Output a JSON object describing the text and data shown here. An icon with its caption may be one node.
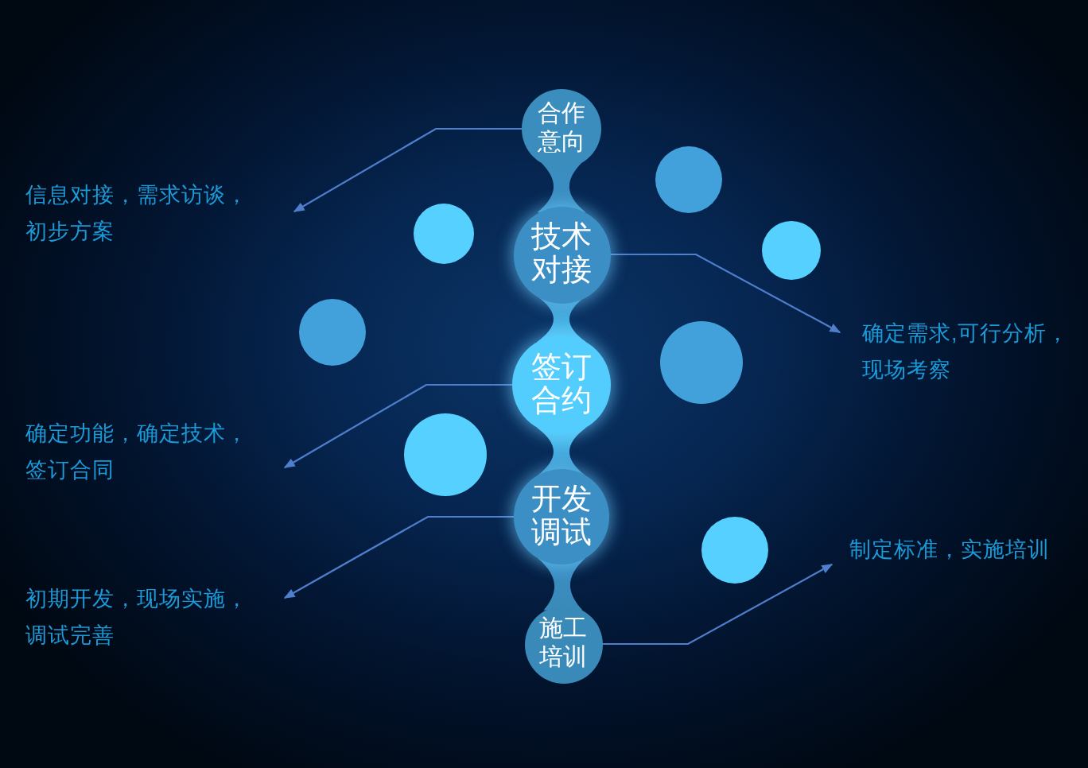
{
  "diagram": {
    "nodes": [
      {
        "text": [
          "合作意向"
        ]
      },
      {
        "text": [
          "技术对接"
        ]
      },
      {
        "text": [
          "签订合约"
        ]
      },
      {
        "text": [
          "开发调试"
        ]
      },
      {
        "text": [
          "施工培训"
        ]
      },
      {
        "text": [
          "信息对接，需求访谈，初步方案"
        ]
      },
      {
        "text": [
          "确定需求,可行分析，现场考察"
        ]
      },
      {
        "text": [
          "确定功能，确定技术，签订合同"
        ]
      },
      {
        "text": [
          "初期开发，现场实施，调试完善"
        ]
      },
      {
        "text": [
          "制定标准，实施培训"
        ]
      },
      {
        "text": [],
        "shape": "circle"
      },
      {
        "text": [],
        "shape": "circle"
      },
      {
        "text": [],
        "shape": "circle"
      },
      {
        "text": [],
        "shape": "circle"
      },
      {
        "text": [],
        "shape": "circle"
      },
      {
        "text": [],
        "shape": "circle"
      },
      {
        "text": [],
        "shape": "circle"
      }
    ],
    "edges": [
      {
        "from": 0,
        "to": 1,
        "arrow": "none",
        "style": "thick"
      },
      {
        "from": 1,
        "to": 2,
        "arrow": "none",
        "style": "thick"
      },
      {
        "from": 2,
        "to": 3,
        "arrow": "none",
        "style": "thick"
      },
      {
        "from": 3,
        "to": 4,
        "arrow": "none",
        "style": "thick"
      },
      {
        "from": 0,
        "to": 5,
        "arrow": "to"
      },
      {
        "from": 1,
        "to": 6,
        "arrow": "to"
      },
      {
        "from": 2,
        "to": 7,
        "arrow": "to"
      },
      {
        "from": 3,
        "to": 8,
        "arrow": "to"
      },
      {
        "from": 4,
        "to": 9,
        "arrow": "to"
      }
    ]
  }
}
